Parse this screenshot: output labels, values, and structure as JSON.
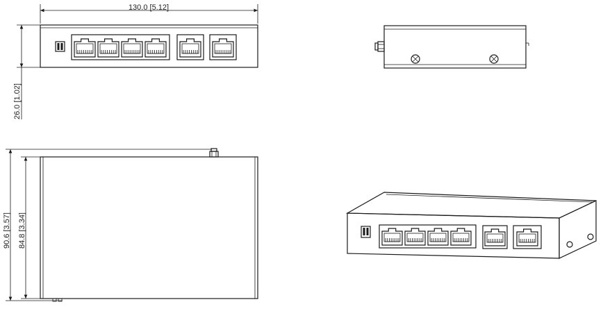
{
  "dimensions": {
    "width_label": "130.0  [5.12]",
    "height_label": "26.0  [1.02]",
    "depth_outer_label": "90.6  [3.57]",
    "depth_inner_label": "84.8  [3.34]"
  },
  "views": {
    "front_view": {
      "port_count_large": 4,
      "port_count_small": 2
    },
    "side_view": {
      "screw_count": 2
    },
    "top_view": {},
    "iso_view": {
      "port_count_large": 4,
      "port_count_small": 2
    }
  },
  "colors": {
    "line": "#1a1a1a",
    "background": "#ffffff"
  }
}
